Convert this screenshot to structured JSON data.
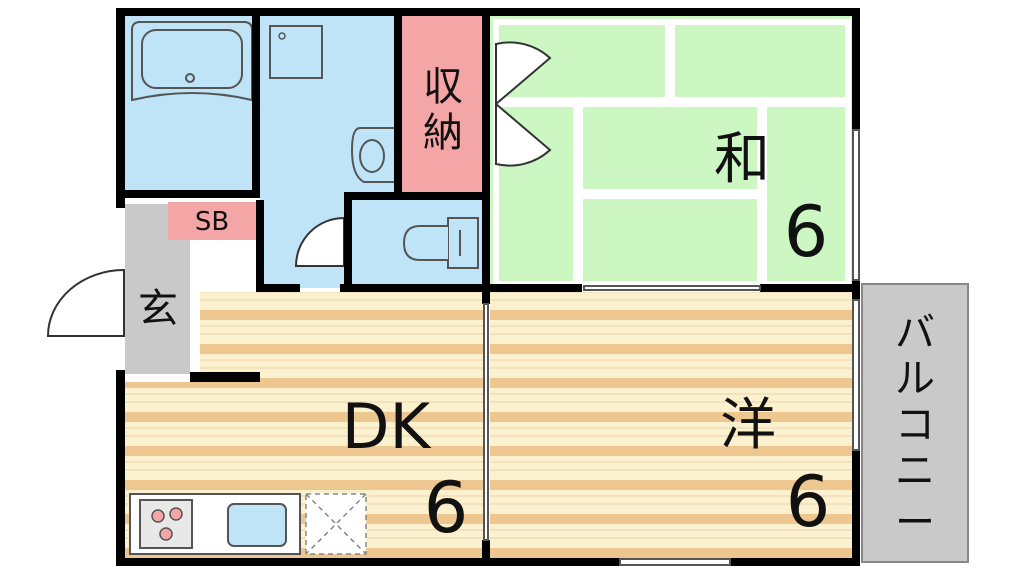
{
  "rooms": {
    "storage": {
      "label_line1": "収",
      "label_line2": "納",
      "color": "#f4a6a6"
    },
    "washitsu": {
      "label": "和",
      "size": "6",
      "color": "#ccf7c2"
    },
    "shoe_box": {
      "label": "SB",
      "color": "#f4a6a6"
    },
    "entrance": {
      "label": "玄",
      "color": "#c9c9c9"
    },
    "dk": {
      "label": "DK",
      "size": "6"
    },
    "western": {
      "label": "洋",
      "size": "6"
    },
    "balcony": {
      "label_chars": [
        "バ",
        "ル",
        "コ",
        "ニ",
        "ー"
      ],
      "color": "#c9c9c9"
    },
    "wet_area_color": "#bfe3f7"
  },
  "floor_colors": {
    "light": "#fbf1cf",
    "dark": "#eec790"
  }
}
